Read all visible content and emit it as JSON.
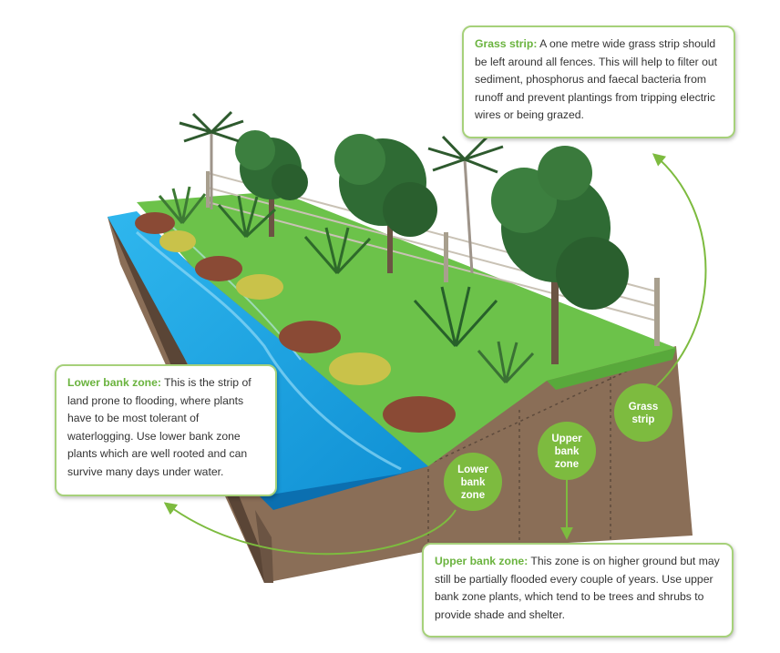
{
  "callouts": {
    "grass_strip": {
      "heading": "Grass strip:",
      "body": " A one metre wide grass strip should be left around all fences. This will help to filter out sediment, phosphorus and faecal bacteria from runoff and prevent plantings from tripping electric wires or being grazed."
    },
    "lower_bank": {
      "heading": "Lower bank zone:",
      "body": " This is the strip of land prone to flooding, where plants have to be most tolerant of waterlogging. Use lower bank zone plants which are well rooted and can survive many days under water."
    },
    "upper_bank": {
      "heading": "Upper bank zone:",
      "body": " This zone is on higher ground but may still be partially flooded every couple of years. Use upper bank zone plants, which tend to be trees and shrubs to provide shade and shelter."
    }
  },
  "badges": {
    "lower": "Lower\nbank\nzone",
    "upper": "Upper\nbank\nzone",
    "grass": "Grass\nstrip"
  },
  "colors": {
    "heading_green": "#6ab33e",
    "badge_green": "#7dbb3f",
    "callout_border": "#a6d17a",
    "grass": "#6cc24a",
    "water": "#1aa9e6",
    "soil": "#8a6e57",
    "arrow": "#7dbb3f"
  }
}
